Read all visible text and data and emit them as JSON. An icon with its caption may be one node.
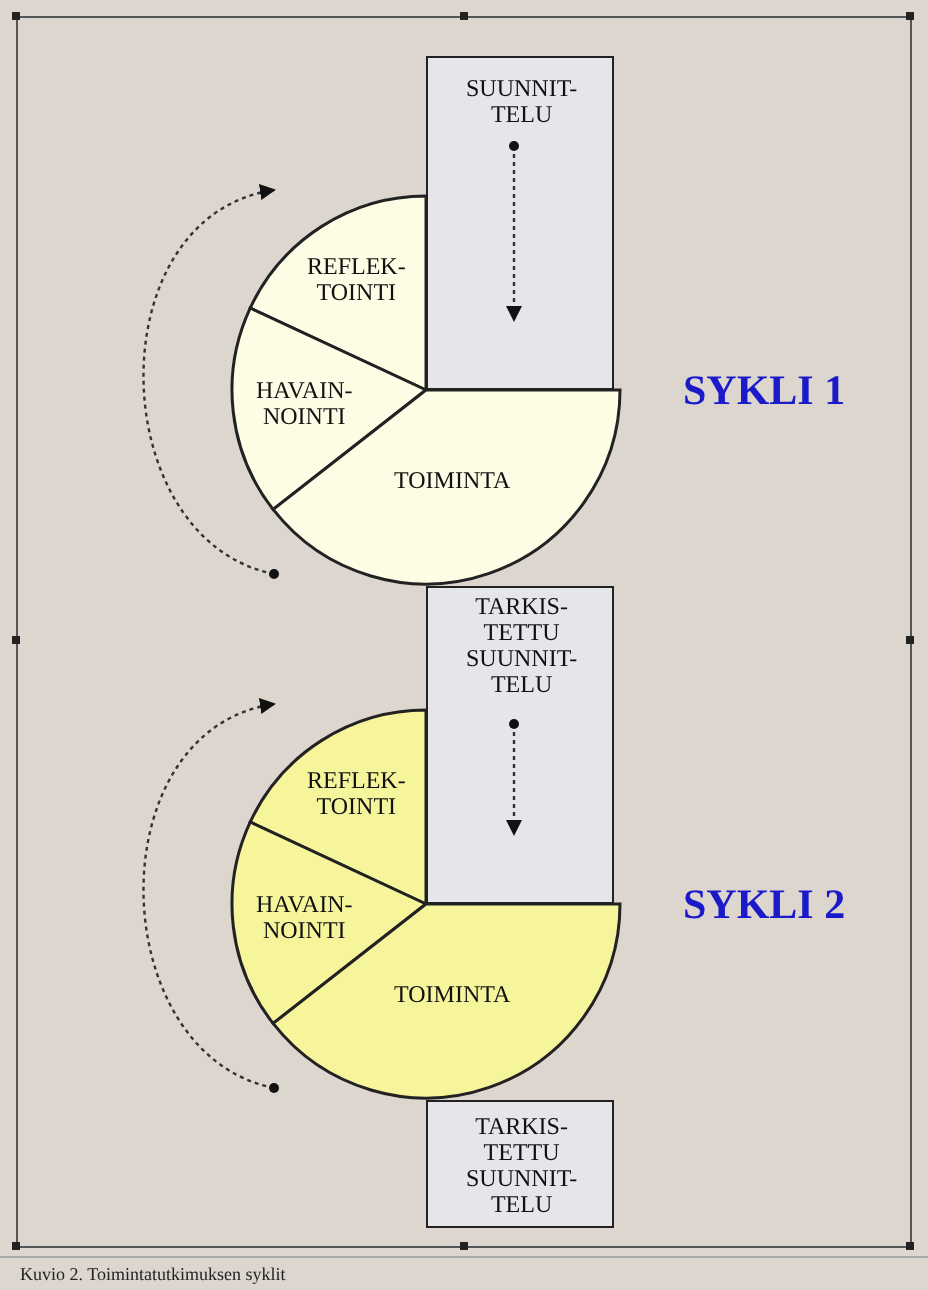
{
  "diagram": {
    "caption": "Kuvio 2. Toimintatutkimuksen syklit",
    "nodes": [
      {
        "text": [
          "SUUNNIT- TELU"
        ]
      },
      {
        "text": [
          "REFLEK- TOINTI"
        ]
      },
      {
        "text": [
          "HAVAIN- NOINTI"
        ]
      },
      {
        "text": [
          "TOIMINTA"
        ]
      },
      {
        "text": [
          "TARKIS- TETTU SUUNNIT- TELU"
        ]
      },
      {
        "text": [
          "REFLEK- TOINTI"
        ]
      },
      {
        "text": [
          "HAVAIN- NOINTI"
        ]
      },
      {
        "text": [
          "TOIMINTA"
        ]
      },
      {
        "text": [
          "TARKIS- TETTU SUUNNIT- TELU"
        ]
      }
    ],
    "labels": [
      "SYKLI 1",
      "SYKLI 2"
    ]
  }
}
